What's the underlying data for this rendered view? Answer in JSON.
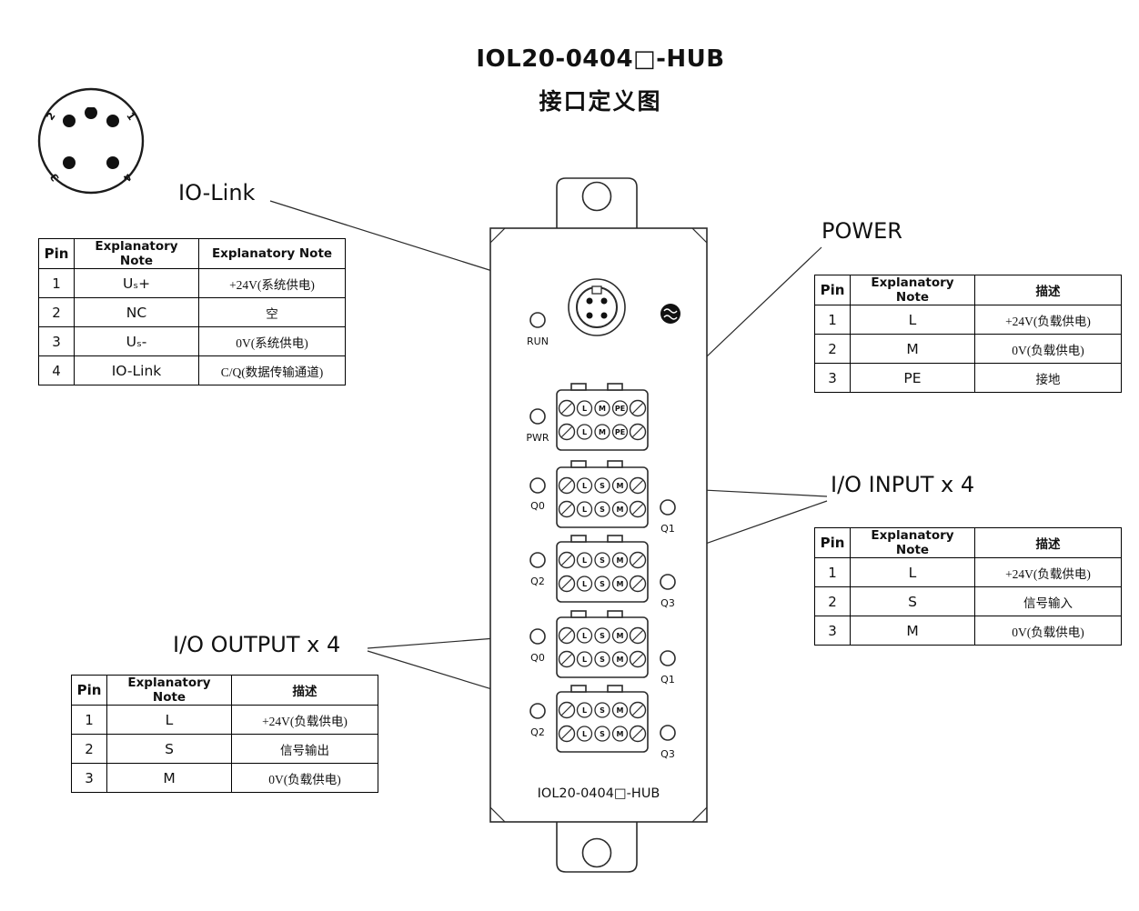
{
  "title": {
    "line1": "IOL20-0404□-HUB",
    "line2": "接口定义图"
  },
  "labels": {
    "io_link": "IO-Link",
    "power": "POWER",
    "io_input": "I/O INPUT x 4",
    "io_output": "I/O OUTPUT x 4"
  },
  "connector": {
    "pins": [
      "1",
      "2",
      "3",
      "4"
    ]
  },
  "device": {
    "model": "IOL20-0404□-HUB",
    "leds": {
      "run": "RUN",
      "pwr": "PWR",
      "q0": "Q0",
      "q1": "Q1",
      "q2": "Q2",
      "q3": "Q3"
    },
    "power_terminal": [
      "L",
      "M",
      "PE"
    ],
    "io_terminal": [
      "L",
      "S",
      "M"
    ]
  },
  "tables": {
    "io_link": {
      "headers": [
        "Pin",
        "Explanatory Note",
        "Explanatory Note"
      ],
      "rows": [
        [
          "1",
          "Uₛ+",
          "+24V(系统供电)"
        ],
        [
          "2",
          "NC",
          "空"
        ],
        [
          "3",
          "Uₛ-",
          "0V(系统供电)"
        ],
        [
          "4",
          "IO-Link",
          "C/Q(数据传输通道)"
        ]
      ]
    },
    "power": {
      "headers": [
        "Pin",
        "Explanatory Note",
        "描述"
      ],
      "rows": [
        [
          "1",
          "L",
          "+24V(负载供电)"
        ],
        [
          "2",
          "M",
          "0V(负载供电)"
        ],
        [
          "3",
          "PE",
          "接地"
        ]
      ]
    },
    "io_input": {
      "headers": [
        "Pin",
        "Explanatory Note",
        "描述"
      ],
      "rows": [
        [
          "1",
          "L",
          "+24V(负载供电)"
        ],
        [
          "2",
          "S",
          "信号输入"
        ],
        [
          "3",
          "M",
          "0V(负载供电)"
        ]
      ]
    },
    "io_output": {
      "headers": [
        "Pin",
        "Explanatory Note",
        "描述"
      ],
      "rows": [
        [
          "1",
          "L",
          "+24V(负载供电)"
        ],
        [
          "2",
          "S",
          "信号输出"
        ],
        [
          "3",
          "M",
          "0V(负载供电)"
        ]
      ]
    }
  }
}
